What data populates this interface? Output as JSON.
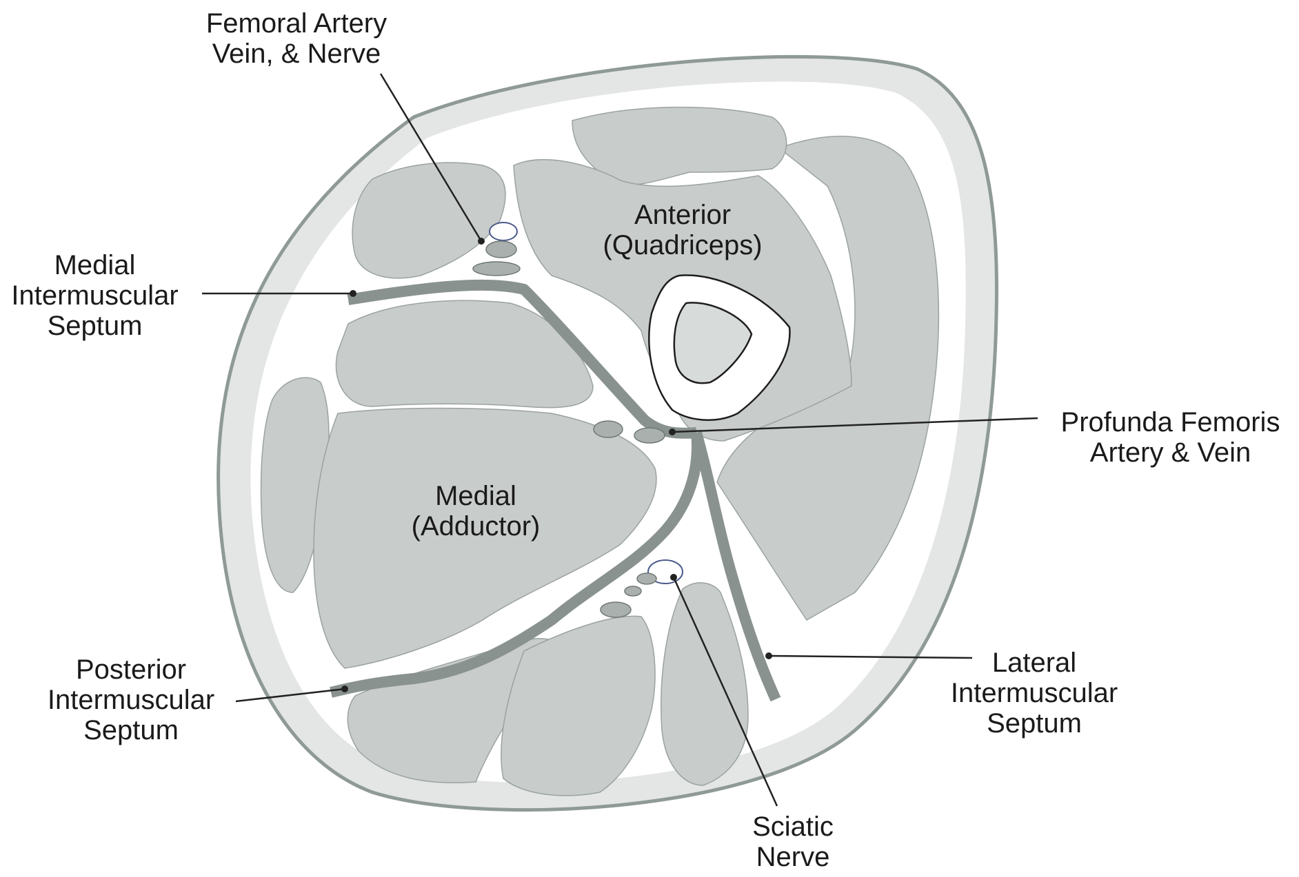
{
  "colors": {
    "skin_fill": "#e3e6e4",
    "skin_stroke": "#8f9a96",
    "fascia_fill": "#ffffff",
    "muscle_fill": "#c8ccca",
    "muscle_stroke": "#9aa3a0",
    "septum": "#89928f",
    "bone_cortex": "#ffffff",
    "marrow_fill": "#d7dbd9",
    "vessel_fill": "#a9b0ad",
    "leader_line": "#222222"
  },
  "compartments": {
    "anterior": [
      "Anterior",
      "(Quadriceps)"
    ],
    "medial": [
      "Medial",
      "(Adductor)"
    ]
  },
  "callouts": {
    "femoral": [
      "Femoral Artery",
      "Vein, & Nerve"
    ],
    "medial_septum": [
      "Medial",
      "Intermuscular",
      "Septum"
    ],
    "profunda": [
      "Profunda Femoris",
      "Artery & Vein"
    ],
    "posterior_septum": [
      "Posterior",
      "Intermuscular",
      "Septum"
    ],
    "lateral_septum": [
      "Lateral",
      "Intermuscular",
      "Septum"
    ],
    "sciatic": [
      "Sciatic",
      "Nerve"
    ]
  }
}
